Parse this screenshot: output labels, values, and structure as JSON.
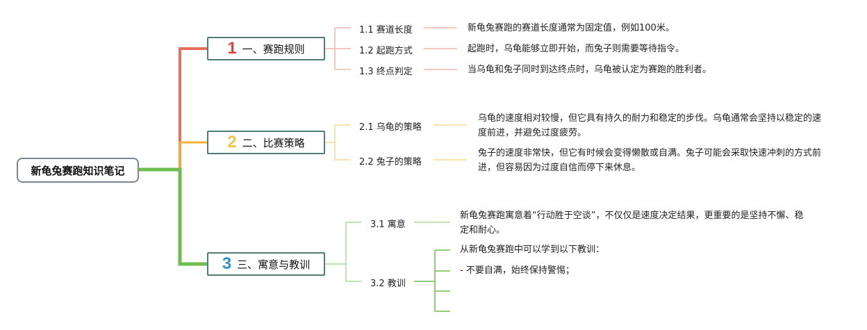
{
  "root": {
    "label": "新龟兔赛跑知识笔记"
  },
  "branches": [
    {
      "number": "1",
      "label": "一、赛跑规则",
      "color": "#ea6e5f",
      "items": [
        {
          "label": "1.1 赛道长度",
          "text": "新龟兔赛跑的赛道长度通常为固定值，例如100米。"
        },
        {
          "label": "1.2 起跑方式",
          "text": "起跑时，乌龟能够立即开始，而兔子则需要等待指令。"
        },
        {
          "label": "1.3 终点判定",
          "text": "当乌龟和兔子同时到达终点时，乌龟被认定为赛跑的胜利者。"
        }
      ]
    },
    {
      "number": "2",
      "label": "二、比赛策略",
      "color": "#f5b335",
      "items": [
        {
          "label": "2.1 乌龟的策略",
          "text": "乌龟的速度相对较慢，但它具有持久的耐力和稳定的步伐。乌龟通常会坚持以稳定的速度前进，并避免过度疲劳。"
        },
        {
          "label": "2.2 兔子的策略",
          "text": "兔子的速度非常快，但它有时候会变得懒散或自满。兔子可能会采取快速冲刺的方式前进，但容易因为过度自信而停下来休息。"
        }
      ]
    },
    {
      "number": "3",
      "label": "三、寓意与教训",
      "color": "#6cbf4f",
      "number_color": "#2f8fcf",
      "items": [
        {
          "label": "3.1 寓意",
          "text": "新龟兔赛跑寓意着“行动胜于空谈”，不仅仅是速度决定结果，更重要的是坚持不懈、稳定和耐心。"
        },
        {
          "label": "3.2 教训",
          "lines": [
            "从新龟兔赛跑中可以学到以下教训：",
            "- 不要自满，始终保持警惕；",
            "",
            ""
          ]
        }
      ]
    }
  ]
}
